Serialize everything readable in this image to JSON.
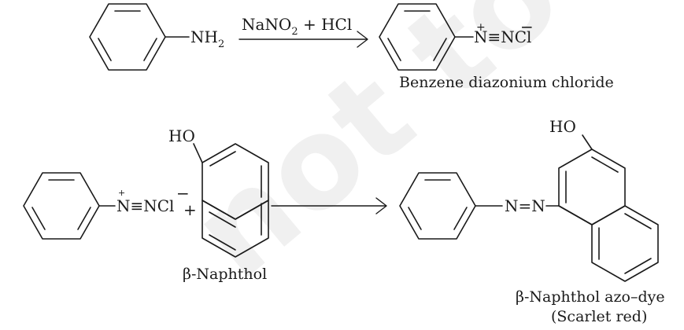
{
  "watermark": "not to",
  "reaction1": {
    "reactant_group": "NH",
    "reactant_group_sub": "2",
    "reagent_a": "NaNO",
    "reagent_a_sub": "2",
    "reagent_b": " + HCl",
    "product_formula": "N≡NCl",
    "plus_charge": "+",
    "minus_charge": "−",
    "product_name": "Benzene diazonium chloride"
  },
  "reaction2": {
    "reactant_formula": "N≡NCl",
    "plus_charge": "+",
    "minus_charge": "−",
    "plus_sign": "+",
    "naphthol_oh": "HO",
    "naphthol_name": "β-Naphthol",
    "product_azo": "N=N",
    "product_oh": "HO",
    "product_name": "β-Naphthol azo–dye",
    "product_name_2": "(Scarlet red)"
  }
}
